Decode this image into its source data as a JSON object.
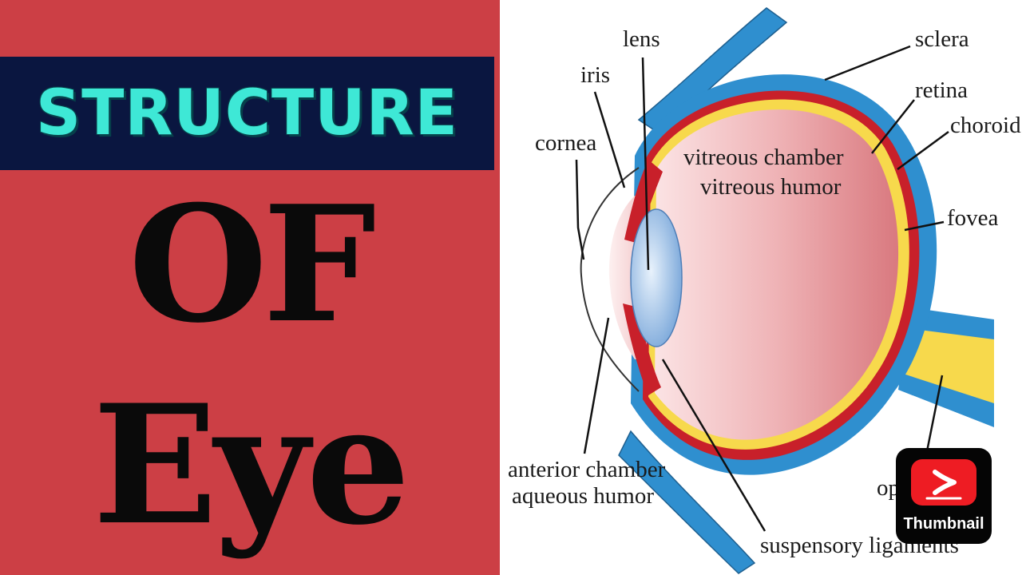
{
  "title": {
    "line1": "STRUCTURE",
    "line2": "OF",
    "line3": "Eye"
  },
  "diagram": {
    "labels": {
      "lens": "lens",
      "iris": "iris",
      "cornea": "cornea",
      "sclera": "sclera",
      "retina": "retina",
      "choroid": "choroid",
      "vitreous_chamber": "vitreous chamber",
      "vitreous_humor": "vitreous humor",
      "fovea": "fovea",
      "anterior_chamber": "anterior chamber",
      "aqueous_humor": "aqueous humor",
      "optic_partial": "op",
      "suspensory_ligaments": "suspensory ligaments"
    }
  },
  "badge": {
    "label": "Thumbnail"
  },
  "colors": {
    "left_background": "#cc3f45",
    "banner_background": "#0a1640",
    "banner_text": "#3ee8d6",
    "sclera": "#2f8fcf",
    "choroid": "#c8202a",
    "retina": "#f7d94c",
    "vitreous": "#eaa5aa",
    "lens": "#8fb8e6",
    "badge_red": "#ee1c23"
  }
}
